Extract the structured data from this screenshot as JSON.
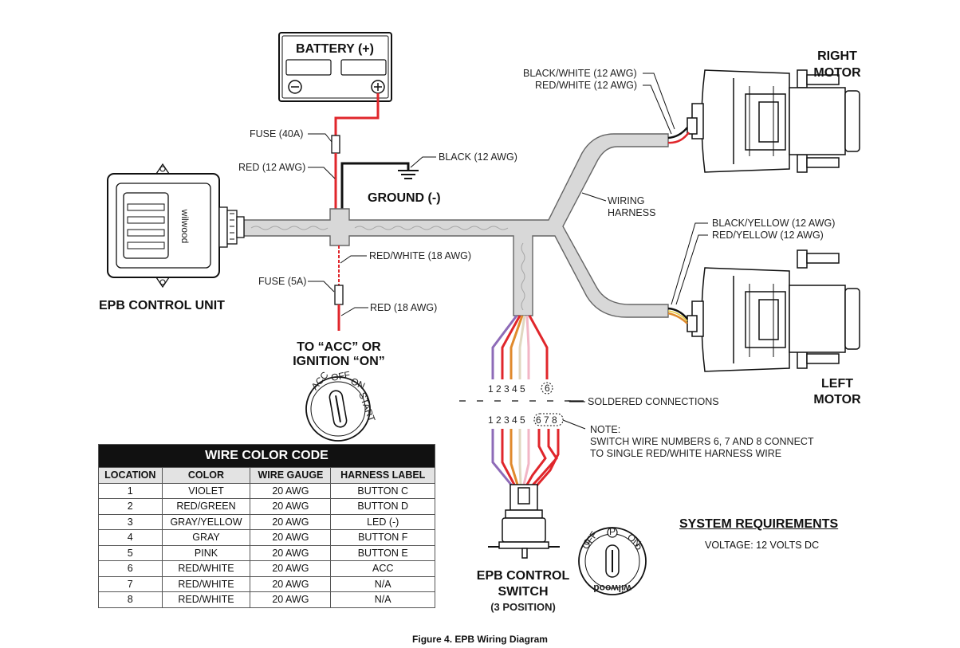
{
  "labels": {
    "battery": "BATTERY (+)",
    "battery_neg": "−",
    "battery_pos": "+",
    "fuse40": "FUSE (40A)",
    "red12": "RED (12 AWG)",
    "black12": "BLACK (12 AWG)",
    "ground": "GROUND (-)",
    "red_white18": "RED/WHITE (18 AWG)",
    "fuse5": "FUSE (5A)",
    "red18": "RED (18 AWG)",
    "acc_line1": "TO “ACC” OR",
    "acc_line2": "IGNITION “ON”",
    "epb_control_unit": "EPB CONTROL UNIT",
    "right_motor_1": "RIGHT",
    "right_motor_2": "MOTOR",
    "left_motor_1": "LEFT",
    "left_motor_2": "MOTOR",
    "bw12": "BLACK/WHITE (12 AWG)",
    "rw12": "RED/WHITE (12 AWG)",
    "by12": "BLACK/YELLOW (12 AWG)",
    "ry12": "RED/YELLOW (12 AWG)",
    "harness_1": "WIRING",
    "harness_2": "HARNESS",
    "soldered": "SOLDERED CONNECTIONS",
    "pins_top": "1 2 3 4 5",
    "pin6": "6",
    "pins_bottom": "1 2 3 4 5",
    "pins_678": "6 7 8",
    "note_1": "NOTE:",
    "note_2": "SWITCH WIRE NUMBERS 6, 7 AND 8 CONNECT",
    "note_3": "TO SINGLE RED/WHITE HARNESS WIRE",
    "switch_1": "EPB CONTROL",
    "switch_2": "SWITCH",
    "switch_3": "(3 POSITION)",
    "ign_acc": "ACC",
    "ign_off": "OFF",
    "ign_on": "ON",
    "ign_start": "START",
    "sw_off": "OFF",
    "sw_p": "P",
    "sw_on": "ON",
    "sw_brand": "wilwood",
    "ecu_brand": "wilwood"
  },
  "system_requirements": {
    "title": "SYSTEM REQUIREMENTS",
    "voltage": "VOLTAGE: 12 VOLTS DC"
  },
  "wire_table": {
    "title": "WIRE COLOR CODE",
    "headers": [
      "LOCATION",
      "COLOR",
      "WIRE GAUGE",
      "HARNESS LABEL"
    ],
    "rows": [
      [
        "1",
        "VIOLET",
        "20 AWG",
        "BUTTON C"
      ],
      [
        "2",
        "RED/GREEN",
        "20 AWG",
        "BUTTON D"
      ],
      [
        "3",
        "GRAY/YELLOW",
        "20 AWG",
        "LED (-)"
      ],
      [
        "4",
        "GRAY",
        "20 AWG",
        "BUTTON F"
      ],
      [
        "5",
        "PINK",
        "20 AWG",
        "BUTTON E"
      ],
      [
        "6",
        "RED/WHITE",
        "20 AWG",
        "ACC"
      ],
      [
        "7",
        "RED/WHITE",
        "20 AWG",
        "N/A"
      ],
      [
        "8",
        "RED/WHITE",
        "20 AWG",
        "N/A"
      ]
    ]
  },
  "caption": "Figure 4. EPB Wiring Diagram",
  "colors": {
    "red": "#e0262b",
    "harness_fill": "#d8d8d8",
    "violet": "#8e6bb8",
    "orange": "#e08a2c",
    "yellow": "#e6c93a",
    "pink": "#f2b6c6",
    "black": "#111111"
  }
}
